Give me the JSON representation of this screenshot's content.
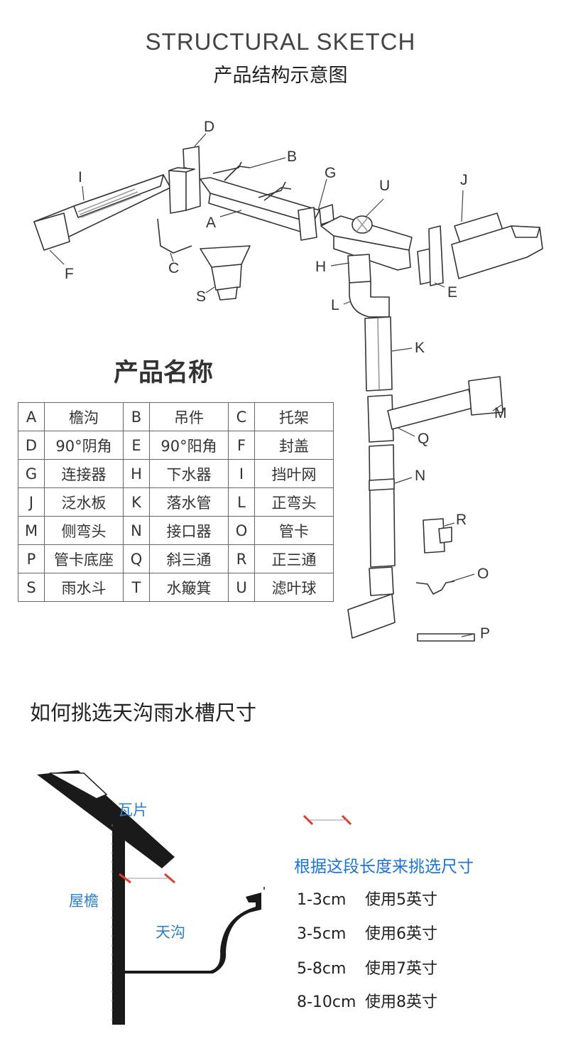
{
  "header": {
    "title_en": "STRUCTURAL SKETCH",
    "title_cn": "产品结构示意图"
  },
  "diagram_labels": {
    "A": "A",
    "B": "B",
    "C": "C",
    "D": "D",
    "E": "E",
    "F": "F",
    "G": "G",
    "H": "H",
    "I": "I",
    "J": "J",
    "K": "K",
    "L": "L",
    "M": "M",
    "N": "N",
    "O": "O",
    "P": "P",
    "Q": "Q",
    "R": "R",
    "S": "S",
    "U": "U"
  },
  "names_heading": "产品名称",
  "parts_table": [
    [
      {
        "k": "A",
        "v": "檐沟"
      },
      {
        "k": "B",
        "v": "吊件"
      },
      {
        "k": "C",
        "v": "托架"
      }
    ],
    [
      {
        "k": "D",
        "v": "90°阴角"
      },
      {
        "k": "E",
        "v": "90°阳角"
      },
      {
        "k": "F",
        "v": "封盖"
      }
    ],
    [
      {
        "k": "G",
        "v": "连接器"
      },
      {
        "k": "H",
        "v": "下水器"
      },
      {
        "k": "I",
        "v": "挡叶网"
      }
    ],
    [
      {
        "k": "J",
        "v": "泛水板"
      },
      {
        "k": "K",
        "v": "落水管"
      },
      {
        "k": "L",
        "v": "正弯头"
      }
    ],
    [
      {
        "k": "M",
        "v": "侧弯头"
      },
      {
        "k": "N",
        "v": "接口器"
      },
      {
        "k": "O",
        "v": "管卡"
      }
    ],
    [
      {
        "k": "P",
        "v": "管卡底座"
      },
      {
        "k": "Q",
        "v": "斜三通"
      },
      {
        "k": "R",
        "v": "正三通"
      }
    ],
    [
      {
        "k": "S",
        "v": "雨水斗"
      },
      {
        "k": "T",
        "v": "水簸箕"
      },
      {
        "k": "U",
        "v": "滤叶球"
      }
    ]
  ],
  "sizing": {
    "section_title": "如何挑选天沟雨水槽尺寸",
    "label_tile": "瓦片",
    "label_eave": "屋檐",
    "label_gutter": "天沟",
    "choose_title": "根据这段长度来挑选尺寸",
    "rows": [
      {
        "range": "1-3cm",
        "use": "使用5英寸"
      },
      {
        "range": "3-5cm",
        "use": "使用6英寸"
      },
      {
        "range": "5-8cm",
        "use": "使用7英寸"
      },
      {
        "range": "8-10cm",
        "use": "使用8英寸"
      }
    ]
  },
  "colors": {
    "accent_blue": "#2b7fd0",
    "marker_red": "#e03a2a",
    "line": "#333333"
  }
}
